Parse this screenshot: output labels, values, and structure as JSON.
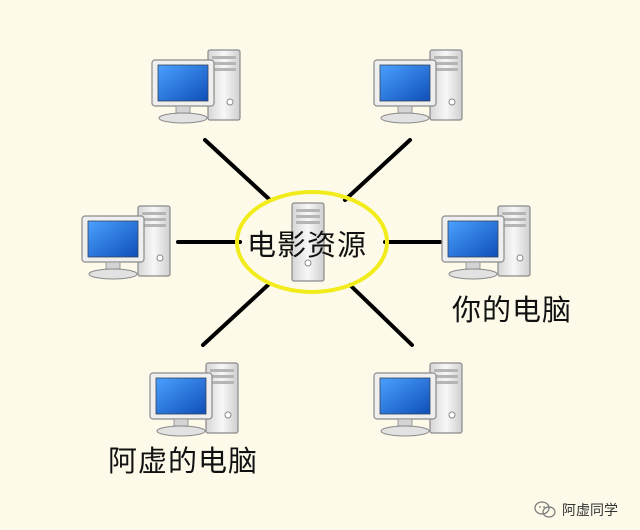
{
  "diagram": {
    "center_label": "电影资源",
    "your_pc_label": "你的电脑",
    "axu_pc_label": "阿虚的电脑",
    "watermark": "阿虚同学"
  },
  "colors": {
    "background": "#fdfae9",
    "connector": "#000000",
    "highlight_ellipse": "#f2ec1c",
    "screen_blue": "#1f6fd6",
    "case_gray": "#e9e9e9"
  },
  "nodes": [
    {
      "id": "pc-top-left",
      "icon": "computer-icon"
    },
    {
      "id": "pc-top-right",
      "icon": "computer-icon"
    },
    {
      "id": "pc-middle-left",
      "icon": "computer-icon"
    },
    {
      "id": "pc-middle-right",
      "icon": "computer-icon",
      "label_key": "your_pc_label"
    },
    {
      "id": "pc-bottom-left",
      "icon": "computer-icon",
      "label_key": "axu_pc_label"
    },
    {
      "id": "pc-bottom-right",
      "icon": "computer-icon"
    },
    {
      "id": "server-center",
      "icon": "server-icon",
      "label_key": "center_label"
    }
  ]
}
